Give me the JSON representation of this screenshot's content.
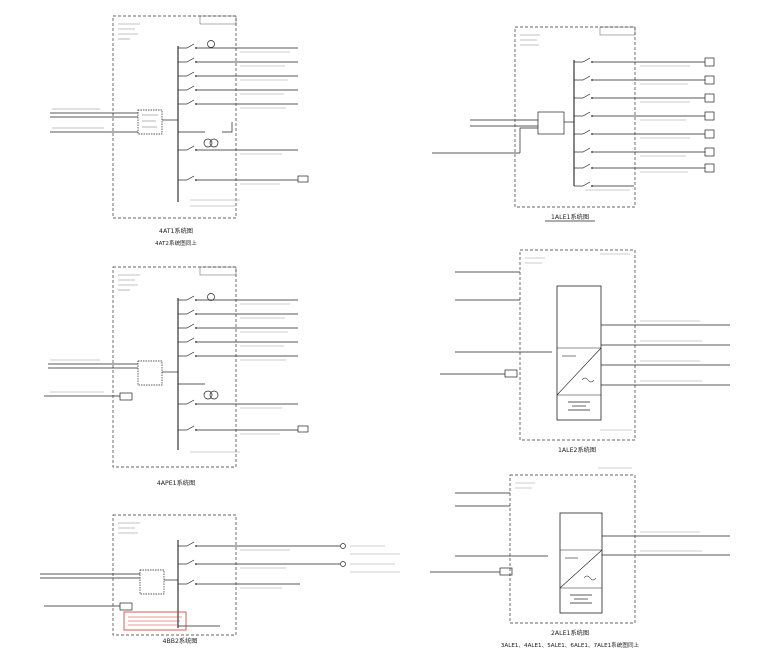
{
  "diagram": {
    "panels": [
      {
        "id": "p1",
        "caption": "4AT1系统图",
        "subcaption": "4AT2系统图同上"
      },
      {
        "id": "p2",
        "caption": "1ALE1系统图",
        "subcaption": ""
      },
      {
        "id": "p3",
        "caption": "4APE1系统图",
        "subcaption": ""
      },
      {
        "id": "p4",
        "caption": "1ALE2系统图",
        "subcaption": ""
      },
      {
        "id": "p5",
        "caption": "4BB2系统图",
        "subcaption": ""
      },
      {
        "id": "p6",
        "caption": "2ALE1系统图",
        "subcaption": "3ALE1、4ALE1、5ALE1、6ALE1、7ALE1系统图同上"
      }
    ]
  },
  "colors": {
    "line": "#222222",
    "dash": "#333333",
    "stamp": "#d0352b"
  }
}
